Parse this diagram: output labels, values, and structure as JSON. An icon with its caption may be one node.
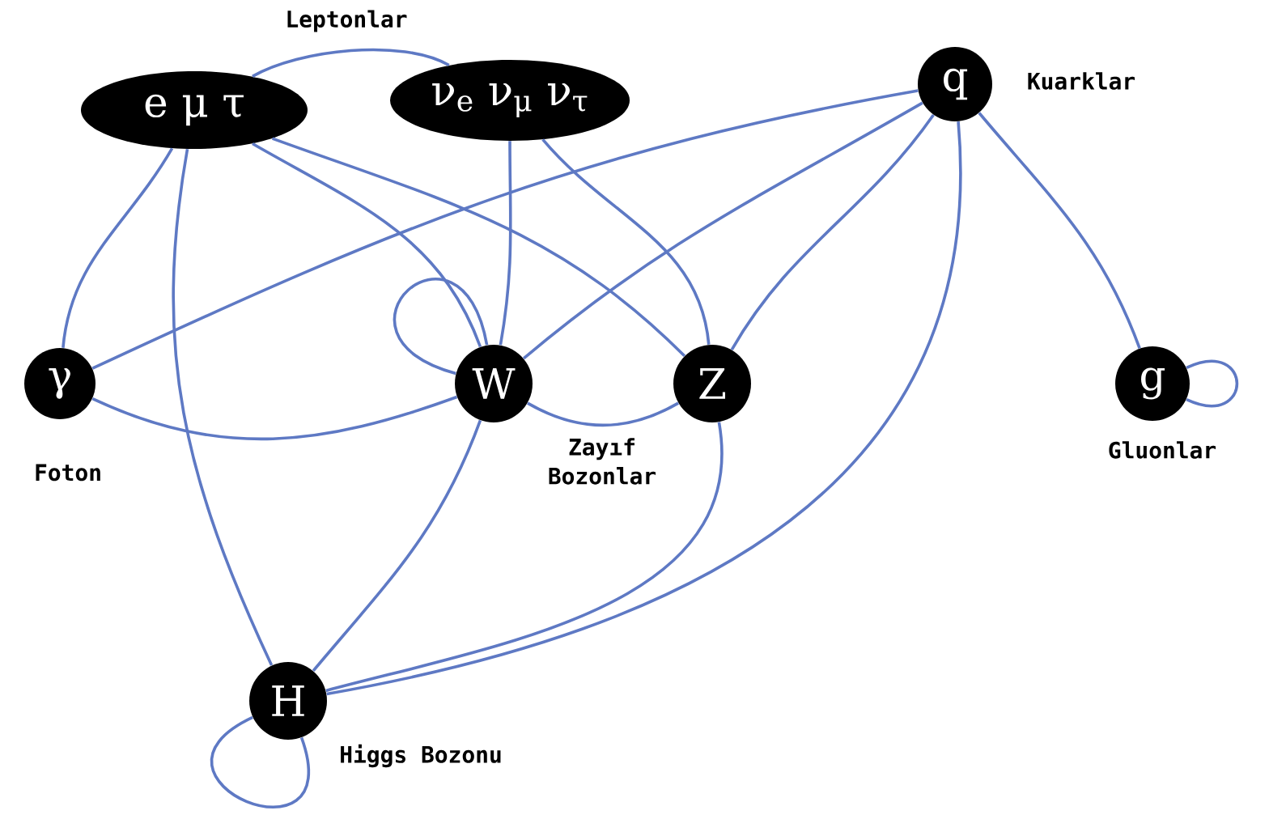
{
  "diagram": {
    "nodes": [
      {
        "text": [
          "e μ τ"
        ]
      },
      {
        "text": [
          "ν$_{e}$ ν$_{μ}$ ν$_{τ}$"
        ]
      },
      {
        "text": [
          "q"
        ],
        "beside": [
          "Kuarklar"
        ]
      },
      {
        "text": [
          "γ"
        ],
        "beside": [
          "Foton"
        ]
      },
      {
        "text": [
          "W"
        ]
      },
      {
        "text": [
          "Z"
        ]
      },
      {
        "text": [
          "g"
        ],
        "beside": [
          "Gluonlar"
        ]
      },
      {
        "text": [
          "H"
        ],
        "beside": [
          "Higgs Bozonu"
        ]
      }
    ],
    "edges": [
      {
        "from": 0,
        "to": 1,
        "arrow": "none"
      },
      {
        "from": 0,
        "to": 3,
        "arrow": "none"
      },
      {
        "from": 0,
        "to": 7,
        "arrow": "none"
      },
      {
        "from": 0,
        "to": 4,
        "arrow": "none"
      },
      {
        "from": 0,
        "to": 5,
        "arrow": "none"
      },
      {
        "from": 1,
        "to": 4,
        "arrow": "none"
      },
      {
        "from": 1,
        "to": 5,
        "arrow": "none"
      },
      {
        "from": 2,
        "to": 3,
        "arrow": "none"
      },
      {
        "from": 2,
        "to": 4,
        "arrow": "none"
      },
      {
        "from": 2,
        "to": 5,
        "arrow": "none"
      },
      {
        "from": 2,
        "to": 7,
        "arrow": "none"
      },
      {
        "from": 2,
        "to": 6,
        "arrow": "none"
      },
      {
        "from": 3,
        "to": 4,
        "arrow": "none"
      },
      {
        "from": 4,
        "to": 4,
        "arrow": "none"
      },
      {
        "from": 4,
        "to": 5,
        "arrow": "none"
      },
      {
        "from": 4,
        "to": 7,
        "arrow": "none"
      },
      {
        "from": 5,
        "to": 7,
        "arrow": "none"
      },
      {
        "from": 6,
        "to": 6,
        "arrow": "none"
      },
      {
        "from": 7,
        "to": 7,
        "arrow": "none"
      }
    ],
    "labels": [
      "Leptonlar",
      "Zayıf Bozonlar"
    ]
  }
}
